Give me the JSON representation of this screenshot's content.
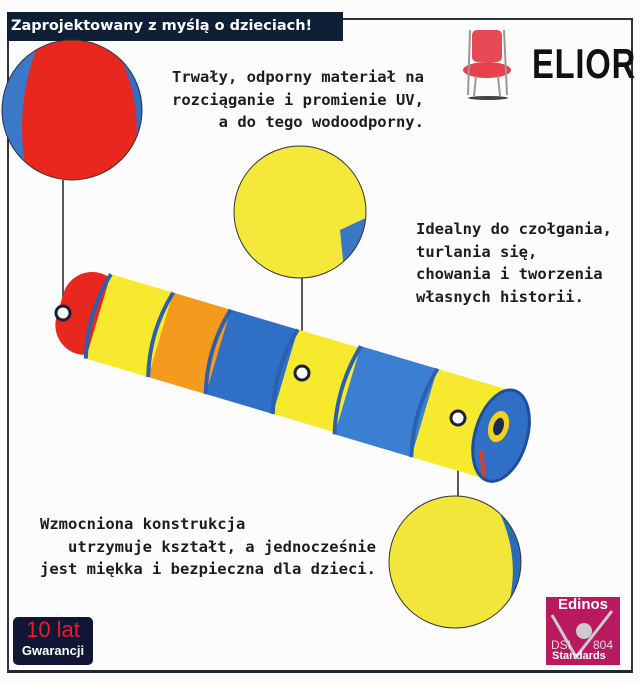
{
  "header": {
    "title": "Zaprojektowany z myślą o dzieciach!"
  },
  "brand": {
    "name": "ELIOR"
  },
  "features": [
    {
      "lines": [
        "Trwały, odporny materiał na",
        "rozciąganie i promienie UV,",
        "a do tego wodoodporny."
      ]
    },
    {
      "lines": [
        "Idealny do czołgania,",
        "turlania się,",
        "chowania i tworzenia",
        "własnych historii."
      ]
    },
    {
      "lines": [
        "Wzmocniona konstrukcja",
        "utrzymuje kształt, a jednocześnie",
        "jest miękka i bezpieczna dla dzieci."
      ]
    }
  ],
  "badges": {
    "warranty": {
      "number": "10 lat",
      "label": "Gwarancji"
    },
    "certification": {
      "name": "Edinos",
      "left": "DSI",
      "right": "804",
      "label": "Standards"
    }
  },
  "colors": {
    "red": "#e8281e",
    "yellow": "#f7ea2e",
    "orange": "#f49a1c",
    "blue": "#2f6fc6",
    "navy": "#0f1f35",
    "magenta": "#b8195f"
  }
}
